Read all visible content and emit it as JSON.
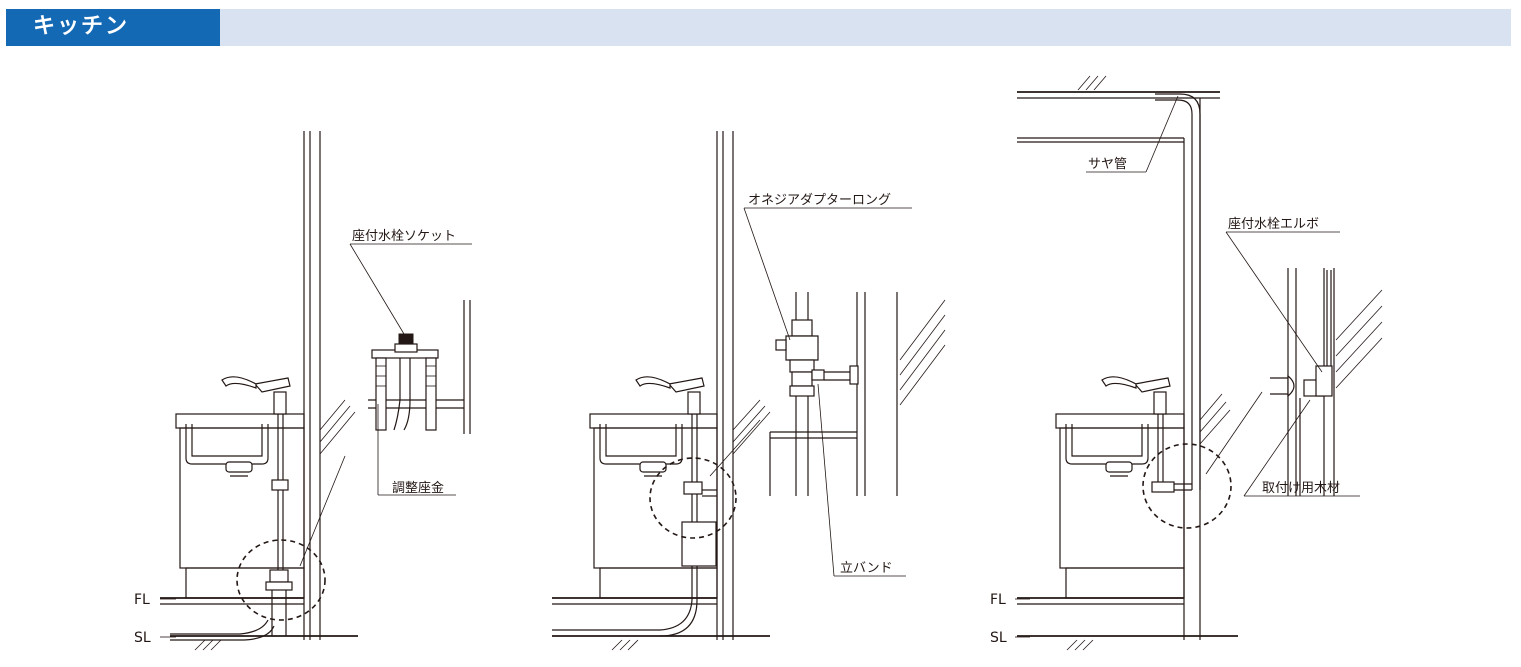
{
  "header": {
    "title": "キッチン",
    "accent_color": "#1469b4",
    "band_color": "#d9e2f1"
  },
  "labels": {
    "socket": "座付水栓ソケット",
    "adjuster": "調整座金",
    "adapter": "オネジアダプターロング",
    "band": "立バンド",
    "sheath": "サヤ管",
    "elbow": "座付水栓エルボ",
    "wood": "取付け用木材",
    "fl": "FL",
    "sl": "SL"
  }
}
